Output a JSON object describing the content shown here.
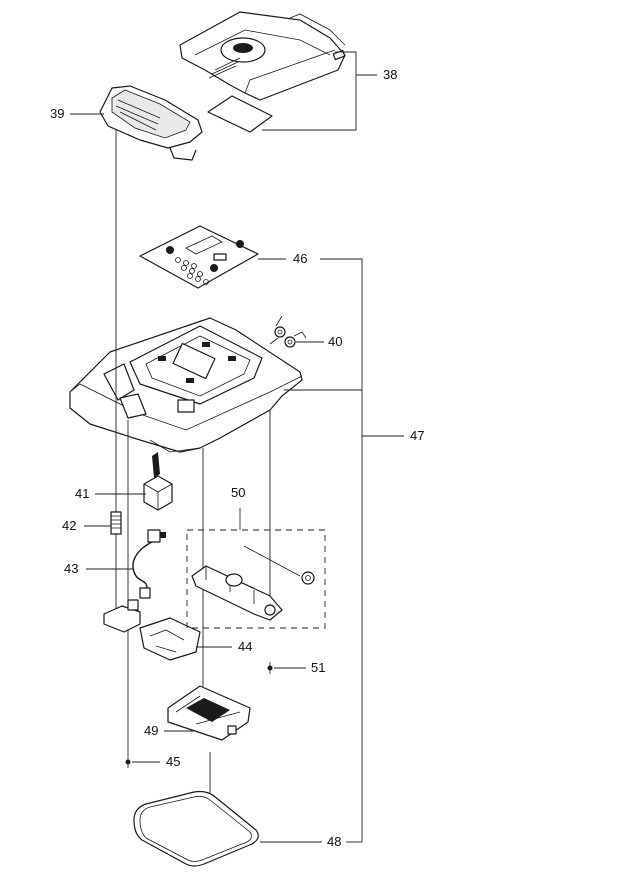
{
  "diagram": {
    "type": "exploded-parts-view",
    "part_numbers": {
      "p38": "38",
      "p39": "39",
      "p40": "40",
      "p41": "41",
      "p42": "42",
      "p43": "43",
      "p44": "44",
      "p45": "45",
      "p46": "46",
      "p47": "47",
      "p48": "48",
      "p49": "49",
      "p50": "50",
      "p51": "51"
    }
  }
}
